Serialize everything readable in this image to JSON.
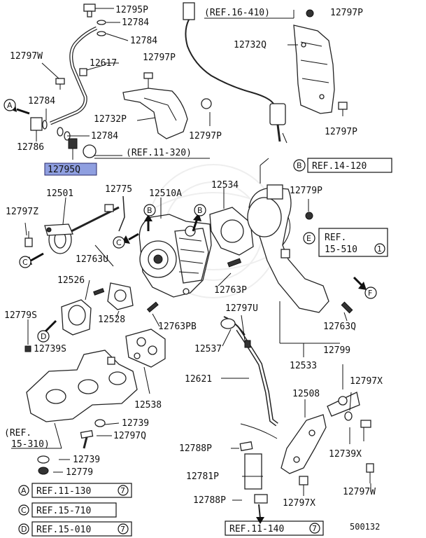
{
  "diagram": {
    "part_labels": {
      "p12795P": "12795P",
      "p12784a": "12784",
      "p12784b": "12784",
      "p12797W_top": "12797W",
      "p12617": "12617",
      "p12797P_mid": "12797P",
      "p12784c": "12784",
      "p12732P": "12732P",
      "p12786": "12786",
      "p12784d": "12784",
      "p12797P_c": "12797P",
      "p12795Q": "12795Q",
      "p12797P_tr": "12797P",
      "p12732Q": "12732Q",
      "p12797P_r": "12797P",
      "p12501": "12501",
      "p12775": "12775",
      "p12510A": "12510A",
      "p12534": "12534",
      "p12779P": "12779P",
      "p12797Z": "12797Z",
      "p12763U": "12763U",
      "p12526": "12526",
      "p12763P": "12763P",
      "p12779S": "12779S",
      "p12528": "12528",
      "p12763PB": "12763PB",
      "p12797U": "12797U",
      "p12763Q": "12763Q",
      "p12739S": "12739S",
      "p12537": "12537",
      "p12799": "12799",
      "p12533": "12533",
      "p12621": "12621",
      "p12508": "12508",
      "p12797X_r": "12797X",
      "p12538": "12538",
      "p12739a": "12739",
      "p12797Q": "12797Q",
      "p12788P_a": "12788P",
      "p12739X": "12739X",
      "p12739b": "12739",
      "p12779": "12779",
      "p12781P": "12781P",
      "p12797W_b": "12797W",
      "p12788P_b": "12788P",
      "p12797X_b": "12797X"
    },
    "references": {
      "ref_16_410": "(REF.16-410)",
      "ref_11_320": "(REF.11-320)",
      "ref_14_120": "REF.14-120",
      "ref_15_510_a": "REF.",
      "ref_15_510_b": "15-510",
      "ref_15_310_a": "(REF.",
      "ref_15_310_b": "15-310)",
      "ref_11_130": "REF.11-130",
      "ref_15_710": "REF.15-710",
      "ref_15_010": "REF.15-010",
      "ref_11_140": "REF.11-140"
    },
    "circled_letters": {
      "A": "A",
      "B": "B",
      "C": "C",
      "D": "D",
      "E": "E",
      "F": "F"
    },
    "circled_numbers": {
      "seven": "7",
      "one": "1"
    },
    "highlighted_part": "12795Q",
    "highlight_color": "#8f9fe0",
    "diagram_id": "500132"
  }
}
